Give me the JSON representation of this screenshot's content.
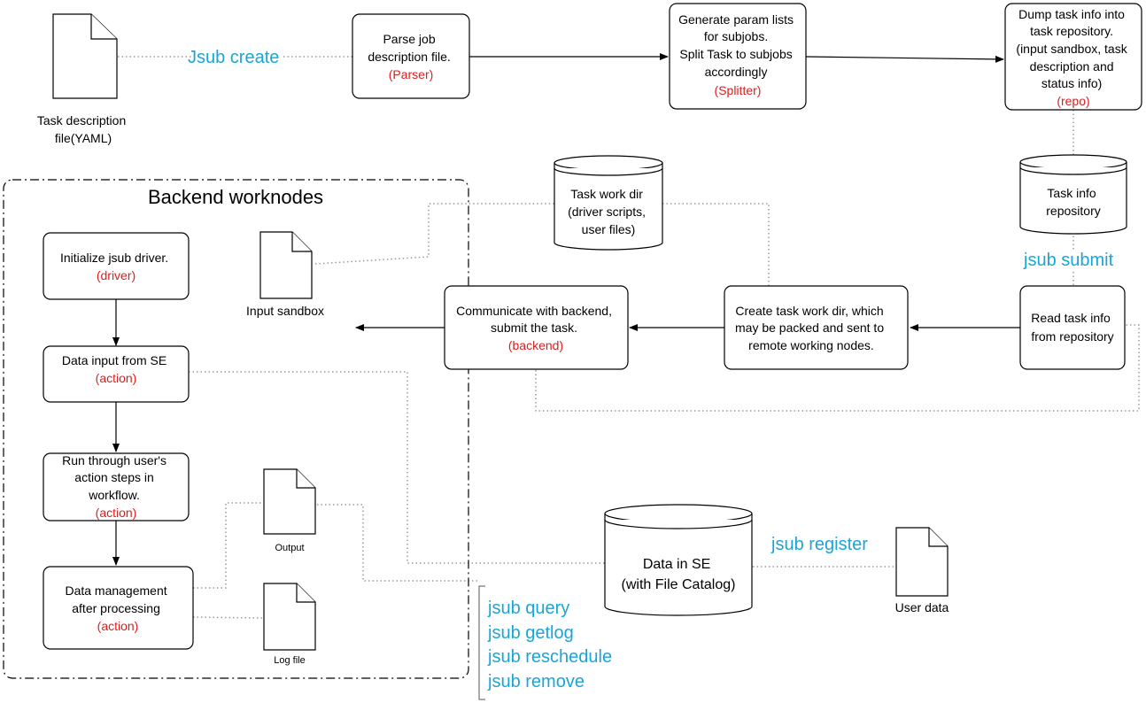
{
  "colors": {
    "role": "#d9201f",
    "command": "#1aa5d8"
  },
  "top": {
    "task_file_label": [
      "Task description",
      "file(YAML)"
    ],
    "jsub_create": "Jsub create",
    "parser": {
      "lines": [
        "Parse job",
        "description file."
      ],
      "role": "(Parser)"
    },
    "splitter": {
      "lines": [
        "Generate param lists",
        "for subjobs.",
        "Split Task to subjobs",
        "accordingly"
      ],
      "role": "(Splitter)"
    },
    "repo": {
      "lines": [
        "Dump task info into",
        "task repository.",
        "(input sandbox, task",
        "description and",
        "status info)"
      ],
      "role": "(repo)"
    }
  },
  "repositories": {
    "task_work_dir": [
      "Task work dir",
      "(driver scripts,",
      "user files)"
    ],
    "task_info": [
      "Task info",
      "repository"
    ],
    "data_se": [
      "Data in SE",
      "(with File Catalog)"
    ]
  },
  "middle": {
    "jsub_submit": "jsub submit",
    "read_task": [
      "Read task info",
      "from repository"
    ],
    "create_dir": [
      "Create task work dir, which",
      "may be packed and sent to",
      "remote working nodes."
    ],
    "backend": {
      "lines": [
        "Communicate with backend,",
        "submit the task."
      ],
      "role": "(backend)"
    }
  },
  "worknodes": {
    "title": "Backend worknodes",
    "input_sandbox": "Input sandbox",
    "driver": {
      "lines": [
        "Initialize jsub driver."
      ],
      "role": "(driver)"
    },
    "data_input": {
      "lines": [
        "Data input from SE"
      ],
      "role": "(action)"
    },
    "run_steps": {
      "lines": [
        "Run through user's",
        "action steps in",
        "workflow."
      ],
      "role": "(action)"
    },
    "data_mgmt": {
      "lines": [
        "Data management",
        "after processing"
      ],
      "role": "(action)"
    },
    "output": "Output",
    "log_file": "Log file"
  },
  "bottom": {
    "jsub_register": "jsub register",
    "user_data": "User data",
    "commands": [
      "jsub query",
      "jsub getlog",
      "jsub reschedule",
      "jsub remove"
    ]
  }
}
